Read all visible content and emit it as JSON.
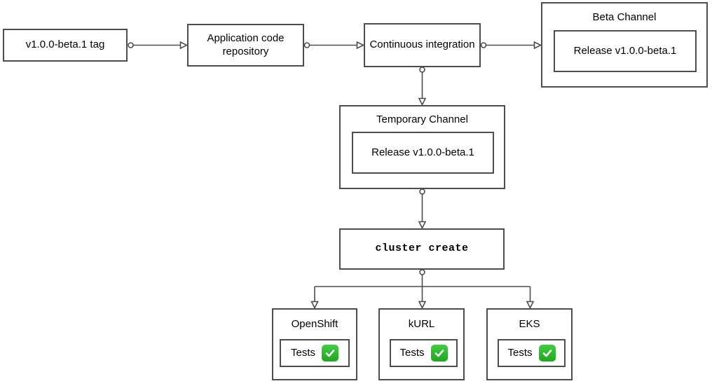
{
  "theme": {
    "background": "#ffffff",
    "stroke": "#4d4d4d",
    "text": "#000000",
    "check_green": "#1ea81e",
    "check_green_light": "#44cc44",
    "check_mark": "#ffffff"
  },
  "nodes": {
    "tag": {
      "label": "v1.0.0-beta.1 tag"
    },
    "repo": {
      "label": "Application code repository"
    },
    "ci": {
      "label": "Continuous integration"
    },
    "beta_channel": {
      "title": "Beta Channel",
      "release": "Release v1.0.0-beta.1"
    },
    "temporary_channel": {
      "title": "Temporary Channel",
      "release": "Release v1.0.0-beta.1"
    },
    "cluster_create": {
      "label": "cluster create"
    },
    "platforms": [
      {
        "title": "OpenShift",
        "tests_label": "Tests",
        "status_icon": "check-icon"
      },
      {
        "title": "kURL",
        "tests_label": "Tests",
        "status_icon": "check-icon"
      },
      {
        "title": "EKS",
        "tests_label": "Tests",
        "status_icon": "check-icon"
      }
    ]
  }
}
